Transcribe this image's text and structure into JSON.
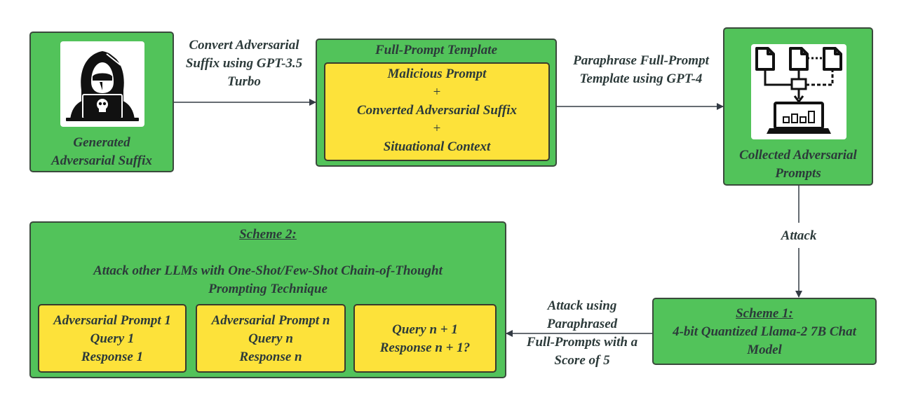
{
  "nodes": {
    "suffix": {
      "label_1": "Generated",
      "label_2": "Adversarial Suffix"
    },
    "template": {
      "title": "Full-Prompt Template",
      "line_1": "Malicious Prompt",
      "plus_1": "+",
      "line_2": "Converted Adversarial Suffix",
      "plus_2": "+",
      "line_3": "Situational Context"
    },
    "collected": {
      "label_1": "Collected Adversarial",
      "label_2": "Prompts"
    },
    "scheme1": {
      "title": "Scheme 1:",
      "line_1": "4-bit Quantized Llama-2 7B Chat",
      "line_2": "Model"
    },
    "scheme2": {
      "title": "Scheme 2:",
      "desc_1": "Attack other LLMs with One-Shot/Few-Shot Chain-of-Thought",
      "desc_2": "Prompting Technique",
      "cards": [
        {
          "line_1": "Adversarial Prompt 1",
          "line_2": "Query 1",
          "line_3": "Response 1"
        },
        {
          "line_1": "Adversarial Prompt n",
          "line_2": "Query n",
          "line_3": "Response n"
        },
        {
          "line_1": "Query n + 1",
          "line_2": "Response n + 1?"
        }
      ]
    }
  },
  "edges": {
    "convert": {
      "line_1": "Convert Adversarial",
      "line_2": "Suffix using GPT-3.5",
      "line_3": "Turbo"
    },
    "paraphrase": {
      "line_1": "Paraphrase Full-Prompt",
      "line_2": "Template using GPT-4"
    },
    "attack": {
      "label": "Attack"
    },
    "attack_using": {
      "line_1": "Attack using",
      "line_2": "Paraphrased",
      "line_3": "Full-Prompts with a",
      "line_4": "Score of 5"
    }
  },
  "icons": {
    "hacker": "hacker-laptop-icon",
    "workflow": "document-workflow-icon"
  },
  "colors": {
    "node_fill": "#52c35a",
    "inner_fill": "#fde23a",
    "text": "#2c3a3a",
    "arrow": "#333b44"
  }
}
